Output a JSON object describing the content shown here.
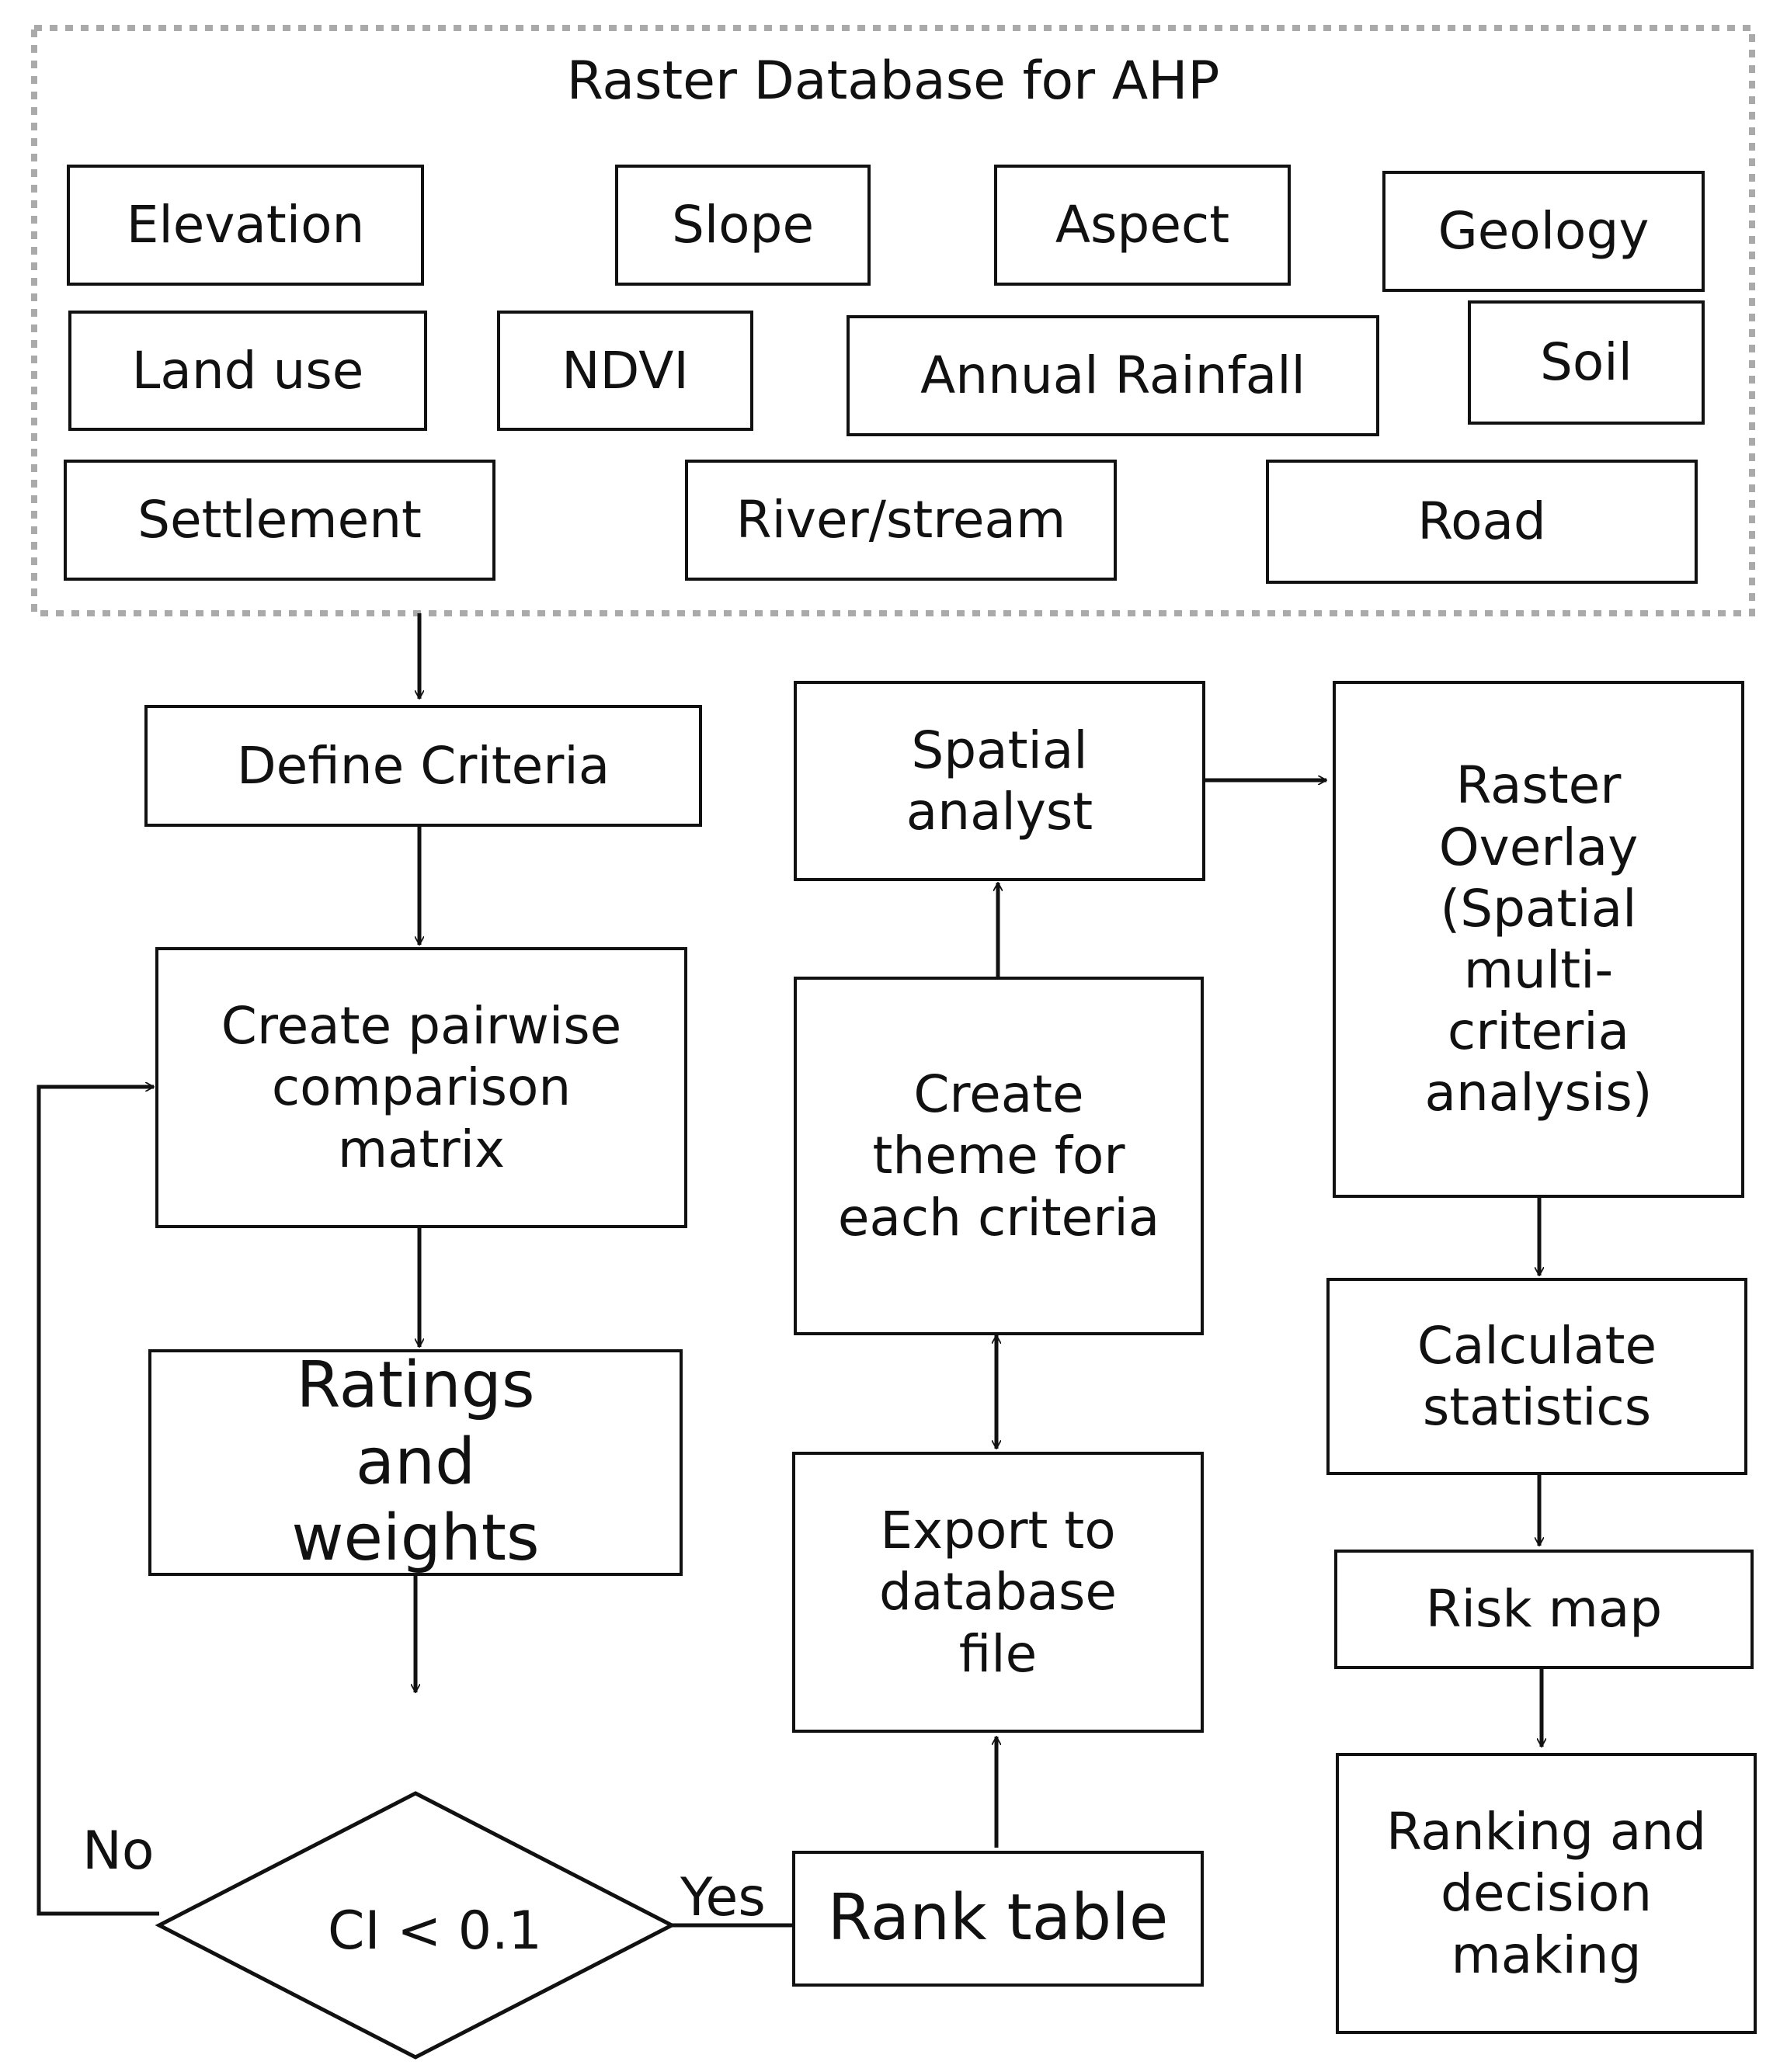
{
  "database": {
    "title": "Raster Database for AHP",
    "layers": [
      "Elevation",
      "Slope",
      "Aspect",
      "Geology",
      "Land use",
      "NDVI",
      "Annual Rainfall",
      "Soil",
      "Settlement",
      "River/stream",
      "Road"
    ]
  },
  "steps": {
    "define_criteria": "Define Criteria",
    "pairwise": "Create pairwise comparison matrix",
    "ratings": "Ratings and weights",
    "decision": "CI < 0.1",
    "no_label": "No",
    "yes_label": "Yes",
    "rank_table": "Rank table",
    "export": "Export to database file",
    "create_theme": "Create theme for each criteria",
    "spatial_analyst": "Spatial analyst",
    "raster_overlay": "Raster Overlay (Spatial multi-criteria analysis)",
    "calc_stats": "Calculate statistics",
    "risk_map": "Risk map",
    "ranking": "Ranking and decision making"
  }
}
